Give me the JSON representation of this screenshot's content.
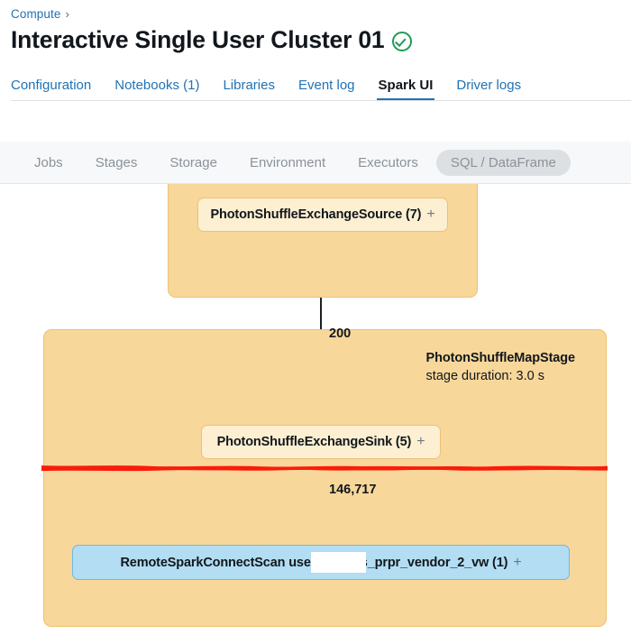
{
  "breadcrumb": {
    "link_label": "Compute",
    "separator": "›"
  },
  "header": {
    "title": "Interactive Single User Cluster 01",
    "status_icon": "check-circle-icon",
    "status_color": "#1F9B55"
  },
  "tabs": [
    {
      "label": "Configuration",
      "active": false
    },
    {
      "label": "Notebooks (1)",
      "active": false
    },
    {
      "label": "Libraries",
      "active": false
    },
    {
      "label": "Event log",
      "active": false
    },
    {
      "label": "Spark UI",
      "active": true
    },
    {
      "label": "Driver logs",
      "active": false
    }
  ],
  "subnav": {
    "items": [
      {
        "label": "Jobs",
        "selected": false
      },
      {
        "label": "Stages",
        "selected": false
      },
      {
        "label": "Storage",
        "selected": false
      },
      {
        "label": "Environment",
        "selected": false
      },
      {
        "label": "Executors",
        "selected": false
      },
      {
        "label": "SQL / DataFrame",
        "selected": true
      }
    ]
  },
  "graph": {
    "clusters": [
      {
        "name": "top-stage-cluster",
        "stage_name": "",
        "stage_duration": ""
      },
      {
        "name": "photon-shuffle-map-stage",
        "stage_name": "PhotonShuffleMapStage",
        "stage_duration": "stage duration: 3.0 s"
      }
    ],
    "nodes": [
      {
        "name": "photon-shuffle-exchange-source",
        "label": "PhotonShuffleExchangeSource (7)",
        "expand": "+",
        "kind": "photon"
      },
      {
        "name": "photon-shuffle-exchange-sink",
        "label": "PhotonShuffleExchangeSink (5)",
        "expand": "+",
        "kind": "photon"
      },
      {
        "name": "remote-spark-connect-scan",
        "label_before_redaction": "RemoteSparkConnectScan users.ja",
        "label_after_redaction": "nd.fs_prpr_vendor_2_vw (1)",
        "expand": "+",
        "kind": "scan",
        "redacted": true
      }
    ],
    "edge_labels": {
      "upper": "200",
      "lower": "146,717"
    },
    "annotation": {
      "name": "red-highlight-scribble",
      "color": "#FB1B0C"
    },
    "colors": {
      "cluster_fill": "#F8D79A",
      "cluster_border": "#EFC271",
      "photon_node_fill": "#FDEFD2",
      "photon_node_border": "#EBC17A",
      "scan_node_fill": "#B2DDF2",
      "scan_node_border": "#6FB9DF",
      "edge": "#1B2024",
      "link_blue": "#2272B4"
    }
  }
}
